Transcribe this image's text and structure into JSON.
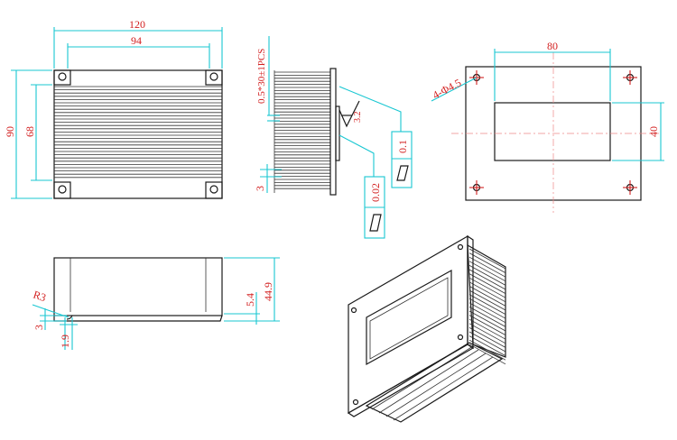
{
  "top_view": {
    "width": "120",
    "hole_spacing_x": "94",
    "height": "90",
    "hole_spacing_y": "68"
  },
  "side_view": {
    "fin_spec": "0.5*30±1PCS",
    "base_thickness": "3",
    "roughness": "3.2",
    "flatness_1": "0.1",
    "flatness_2": "0.02"
  },
  "back_view": {
    "holes": "4-Φ4.5",
    "window_width": "80",
    "window_height": "40"
  },
  "front_view": {
    "radius": "R3",
    "flange": "3",
    "flange_offset": "1.9",
    "base_height": "5.4",
    "total_height": "44.9"
  }
}
